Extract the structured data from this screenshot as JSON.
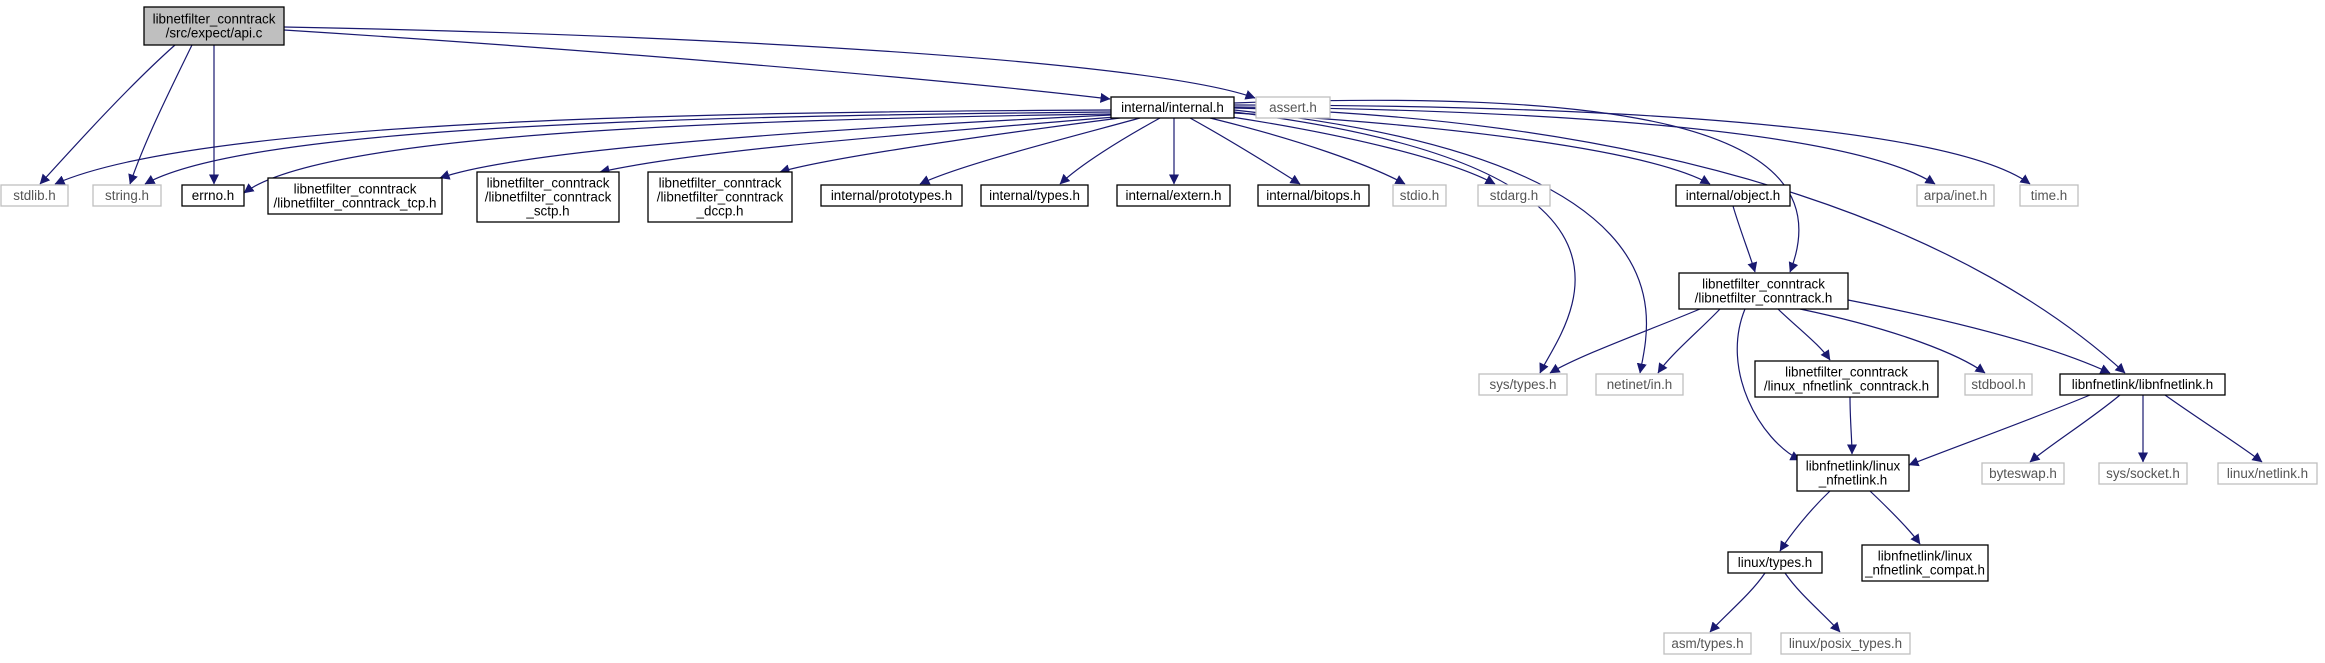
{
  "colors": {
    "edge": "#191970",
    "root_fill": "#bfbfbf",
    "doc_border": "#000000",
    "ext_border": "#bfbfbf"
  },
  "nodes": [
    {
      "id": "root",
      "kind": "root",
      "lines": [
        "libnetfilter_conntrack",
        "/src/expect/api.c"
      ]
    },
    {
      "id": "assert_h",
      "kind": "ext",
      "lines": [
        "assert.h"
      ]
    },
    {
      "id": "internal_h",
      "kind": "doc",
      "lines": [
        "internal/internal.h"
      ]
    },
    {
      "id": "stdlib_h",
      "kind": "ext",
      "lines": [
        "stdlib.h"
      ]
    },
    {
      "id": "string_h",
      "kind": "ext",
      "lines": [
        "string.h"
      ]
    },
    {
      "id": "errno_h",
      "kind": "doc",
      "lines": [
        "errno.h"
      ]
    },
    {
      "id": "tcp_h",
      "kind": "doc",
      "lines": [
        "libnetfilter_conntrack",
        "/libnetfilter_conntrack_tcp.h"
      ]
    },
    {
      "id": "sctp_h",
      "kind": "doc",
      "lines": [
        "libnetfilter_conntrack",
        "/libnetfilter_conntrack",
        "_sctp.h"
      ]
    },
    {
      "id": "dccp_h",
      "kind": "doc",
      "lines": [
        "libnetfilter_conntrack",
        "/libnetfilter_conntrack",
        "_dccp.h"
      ]
    },
    {
      "id": "prototypes_h",
      "kind": "doc",
      "lines": [
        "internal/prototypes.h"
      ]
    },
    {
      "id": "itypes_h",
      "kind": "doc",
      "lines": [
        "internal/types.h"
      ]
    },
    {
      "id": "extern_h",
      "kind": "doc",
      "lines": [
        "internal/extern.h"
      ]
    },
    {
      "id": "bitops_h",
      "kind": "doc",
      "lines": [
        "internal/bitops.h"
      ]
    },
    {
      "id": "stdio_h",
      "kind": "ext",
      "lines": [
        "stdio.h"
      ]
    },
    {
      "id": "stdarg_h",
      "kind": "ext",
      "lines": [
        "stdarg.h"
      ]
    },
    {
      "id": "object_h",
      "kind": "doc",
      "lines": [
        "internal/object.h"
      ]
    },
    {
      "id": "arpa_inet_h",
      "kind": "ext",
      "lines": [
        "arpa/inet.h"
      ]
    },
    {
      "id": "time_h",
      "kind": "ext",
      "lines": [
        "time.h"
      ]
    },
    {
      "id": "conntrack_h",
      "kind": "doc",
      "lines": [
        "libnetfilter_conntrack",
        "/libnetfilter_conntrack.h"
      ]
    },
    {
      "id": "sys_types_h",
      "kind": "ext",
      "lines": [
        "sys/types.h"
      ]
    },
    {
      "id": "netinet_in_h",
      "kind": "ext",
      "lines": [
        "netinet/in.h"
      ]
    },
    {
      "id": "lnnc_h",
      "kind": "doc",
      "lines": [
        "libnetfilter_conntrack",
        "/linux_nfnetlink_conntrack.h"
      ]
    },
    {
      "id": "stdbool_h",
      "kind": "ext",
      "lines": [
        "stdbool.h"
      ]
    },
    {
      "id": "libnfnetlink_h",
      "kind": "doc",
      "lines": [
        "libnfnetlink/libnfnetlink.h"
      ]
    },
    {
      "id": "linux_nfnetlink_h",
      "kind": "doc",
      "lines": [
        "libnfnetlink/linux",
        "_nfnetlink.h"
      ]
    },
    {
      "id": "byteswap_h",
      "kind": "ext",
      "lines": [
        "byteswap.h"
      ]
    },
    {
      "id": "sys_socket_h",
      "kind": "ext",
      "lines": [
        "sys/socket.h"
      ]
    },
    {
      "id": "linux_netlink_h",
      "kind": "ext",
      "lines": [
        "linux/netlink.h"
      ]
    },
    {
      "id": "linux_types_h",
      "kind": "doc",
      "lines": [
        "linux/types.h"
      ]
    },
    {
      "id": "nfnetlink_compat_h",
      "kind": "doc",
      "lines": [
        "libnfnetlink/linux",
        "_nfnetlink_compat.h"
      ]
    },
    {
      "id": "asm_types_h",
      "kind": "ext",
      "lines": [
        "asm/types.h"
      ]
    },
    {
      "id": "posix_types_h",
      "kind": "ext",
      "lines": [
        "linux/posix_types.h"
      ]
    }
  ],
  "edges": [
    [
      "root",
      "assert_h"
    ],
    [
      "root",
      "internal_h"
    ],
    [
      "root",
      "stdlib_h"
    ],
    [
      "root",
      "string_h"
    ],
    [
      "root",
      "errno_h"
    ],
    [
      "internal_h",
      "stdlib_h"
    ],
    [
      "internal_h",
      "string_h"
    ],
    [
      "internal_h",
      "errno_h"
    ],
    [
      "internal_h",
      "tcp_h"
    ],
    [
      "internal_h",
      "sctp_h"
    ],
    [
      "internal_h",
      "dccp_h"
    ],
    [
      "internal_h",
      "prototypes_h"
    ],
    [
      "internal_h",
      "itypes_h"
    ],
    [
      "internal_h",
      "extern_h"
    ],
    [
      "internal_h",
      "bitops_h"
    ],
    [
      "internal_h",
      "stdio_h"
    ],
    [
      "internal_h",
      "stdarg_h"
    ],
    [
      "internal_h",
      "object_h"
    ],
    [
      "internal_h",
      "arpa_inet_h"
    ],
    [
      "internal_h",
      "time_h"
    ],
    [
      "internal_h",
      "conntrack_h"
    ],
    [
      "internal_h",
      "sys_types_h"
    ],
    [
      "internal_h",
      "netinet_in_h"
    ],
    [
      "internal_h",
      "libnfnetlink_h"
    ],
    [
      "object_h",
      "conntrack_h"
    ],
    [
      "conntrack_h",
      "sys_types_h"
    ],
    [
      "conntrack_h",
      "netinet_in_h"
    ],
    [
      "conntrack_h",
      "lnnc_h"
    ],
    [
      "conntrack_h",
      "stdbool_h"
    ],
    [
      "conntrack_h",
      "libnfnetlink_h"
    ],
    [
      "conntrack_h",
      "linux_nfnetlink_h"
    ],
    [
      "lnnc_h",
      "linux_nfnetlink_h"
    ],
    [
      "libnfnetlink_h",
      "linux_nfnetlink_h"
    ],
    [
      "libnfnetlink_h",
      "byteswap_h"
    ],
    [
      "libnfnetlink_h",
      "sys_socket_h"
    ],
    [
      "libnfnetlink_h",
      "linux_netlink_h"
    ],
    [
      "linux_nfnetlink_h",
      "linux_types_h"
    ],
    [
      "linux_nfnetlink_h",
      "nfnetlink_compat_h"
    ],
    [
      "linux_types_h",
      "asm_types_h"
    ],
    [
      "linux_types_h",
      "posix_types_h"
    ]
  ]
}
